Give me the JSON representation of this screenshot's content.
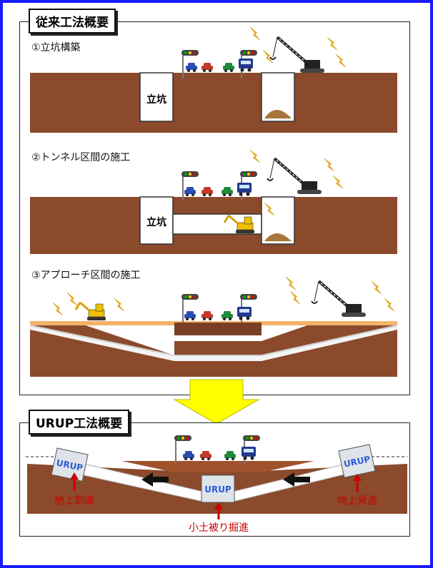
{
  "titles": {
    "conventional": "従来工法概要",
    "urup": "URUP工法概要"
  },
  "steps": {
    "s1": "①立坑構築",
    "s2": "②トンネル区間の施工",
    "s3": "③アプローチ区間の施工"
  },
  "labels": {
    "shaft1": "立坑",
    "shaft2": "立坑",
    "tunnel": "トンネル",
    "urup_logo": "URUP",
    "ground_arrival": "地上到達",
    "ground_departure": "地上発進",
    "shallow_cover": "小土被り掘進"
  },
  "colors": {
    "frame": "#1a1aff",
    "soil": "#8b4a2b",
    "arrow": "#ffff00",
    "red_label": "#cc0000"
  }
}
